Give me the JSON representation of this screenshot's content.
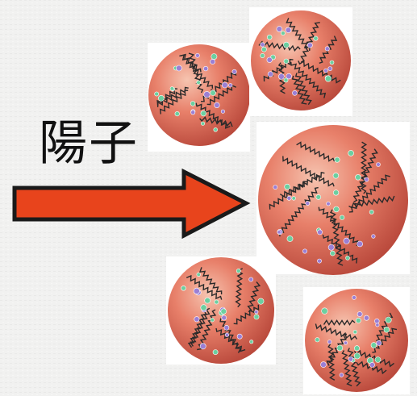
{
  "label": "陽子",
  "colors": {
    "background": "#f1f1f0",
    "arrow_fill": "#e8441c",
    "arrow_stroke": "#1a1a1a",
    "sphere_light": "#f6c4b0",
    "sphere_mid": "#e8806a",
    "sphere_dark": "#b8473a",
    "gluon_coil": "#2a2a2a",
    "quark_green": "#6ccfa0",
    "quark_purple": "#9b7fd4"
  },
  "protons": [
    {
      "name": "proton-top-left"
    },
    {
      "name": "proton-top-right"
    },
    {
      "name": "proton-center-large"
    },
    {
      "name": "proton-bottom-left"
    },
    {
      "name": "proton-bottom-right"
    }
  ]
}
